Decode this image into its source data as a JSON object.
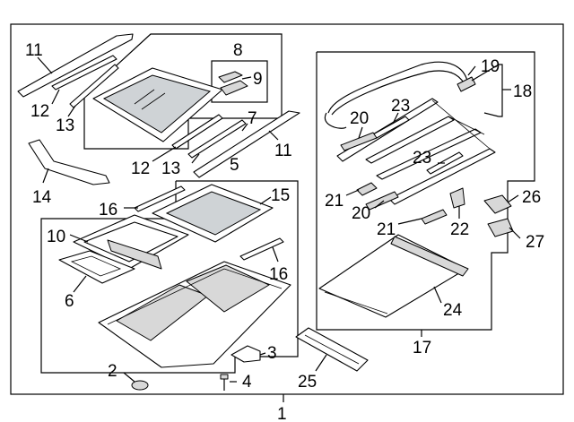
{
  "callouts": {
    "c1": "1",
    "c2": "2",
    "c3": "3",
    "c4": "4",
    "c5": "5",
    "c6": "6",
    "c7": "7",
    "c8": "8",
    "c9": "9",
    "c10": "10",
    "c11a": "11",
    "c11b": "11",
    "c12a": "12",
    "c12b": "12",
    "c13a": "13",
    "c13b": "13",
    "c14": "14",
    "c15": "15",
    "c16a": "16",
    "c16b": "16",
    "c17": "17",
    "c18": "18",
    "c19": "19",
    "c20a": "20",
    "c20b": "20",
    "c21a": "21",
    "c21b": "21",
    "c22": "22",
    "c23a": "23",
    "c23b": "23",
    "c24": "24",
    "c25": "25",
    "c26": "26",
    "c27": "27"
  }
}
